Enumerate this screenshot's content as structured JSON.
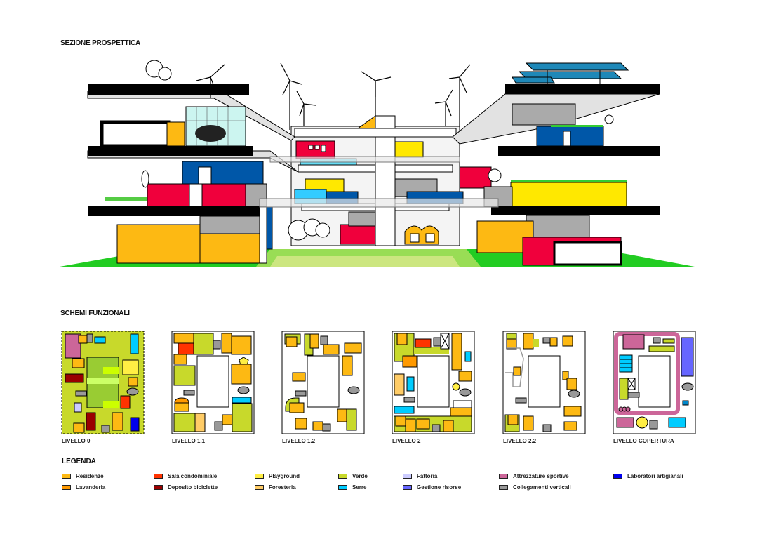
{
  "sections": {
    "perspective_title": "SEZIONE PROSPETTICA",
    "schemes_title": "SCHEMI FUNZIONALI",
    "legend_title": "LEGENDA"
  },
  "plans": [
    {
      "label": "LIVELLO 0"
    },
    {
      "label": "LIVELLO 1.1"
    },
    {
      "label": "LIVELLO 1.2"
    },
    {
      "label": "LIVELLO 2"
    },
    {
      "label": "LIVELLO 2.2"
    },
    {
      "label": "LIVELLO COPERTURA"
    }
  ],
  "legend": [
    {
      "label": "Residenze",
      "color": "#FDB913"
    },
    {
      "label": "Lavanderia",
      "color": "#FF9900"
    },
    {
      "label": "Sala condominiale",
      "color": "#FF3300"
    },
    {
      "label": "Deposito biciclette",
      "color": "#990000"
    },
    {
      "label": "Playground",
      "color": "#FFEE44"
    },
    {
      "label": "Foresteria",
      "color": "#FFCC66"
    },
    {
      "label": "Verde",
      "color": "#C8D92B"
    },
    {
      "label": "Serre",
      "color": "#00CCFF"
    },
    {
      "label": "Fattoria",
      "color": "#CCCCFF"
    },
    {
      "label": "Gestione risorse",
      "color": "#6666FF"
    },
    {
      "label": "Attrezzature sportive",
      "color": "#CC6699"
    },
    {
      "label": "Collegamenti verticali",
      "color": "#999999"
    },
    {
      "label": "Laboratori artigianali",
      "color": "#0000EE"
    }
  ],
  "colors": {
    "slab": "#000000",
    "ground": "#22CC22",
    "yellow_box": "#FDB913",
    "red_box": "#F0003C",
    "blue_box": "#0057A8",
    "cyan_box": "#33CCFF",
    "bright_yellow": "#FFE800",
    "grey_box": "#AAAAAA",
    "solar_panel": "#1E88B8"
  }
}
